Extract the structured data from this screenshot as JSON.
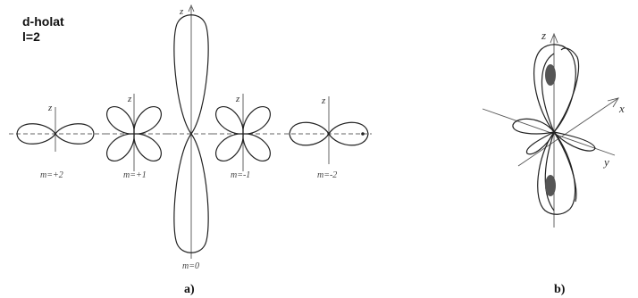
{
  "header": {
    "line1": "d-holat",
    "line2": "l=2"
  },
  "axis_label": "z",
  "orbitals": [
    {
      "label": "m=+2"
    },
    {
      "label": "m=+1"
    },
    {
      "label": "m=0"
    },
    {
      "label": "m=-1"
    },
    {
      "label": "m=-2"
    }
  ],
  "captions": {
    "a": "a)",
    "b": "b)"
  },
  "panel_b_axes": {
    "z": "z",
    "x": "x",
    "y": "y"
  },
  "colors": {
    "line": "#222222",
    "axis": "#555555",
    "stipple": "#444444"
  }
}
